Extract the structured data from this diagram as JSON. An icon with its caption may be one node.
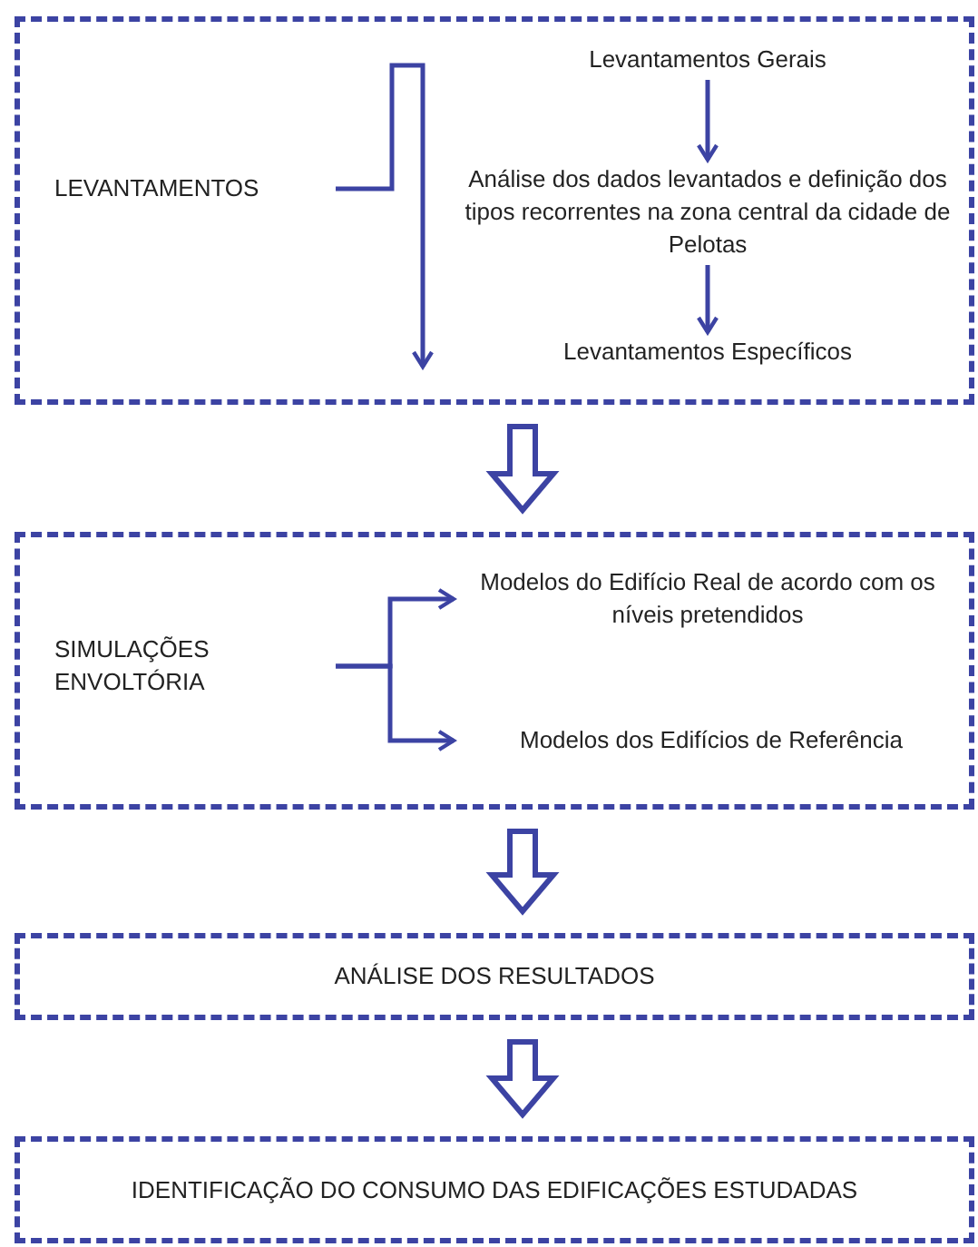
{
  "diagram": {
    "nodes": [
      {
        "text": [],
        "shape": "box"
      },
      {
        "text": [
          "LEVANTAMENTOS"
        ],
        "in": 0
      },
      {
        "text": [
          "Levantamentos Gerais"
        ],
        "in": 0
      },
      {
        "text": [
          "Análise dos dados levantados e definição dos tipos recorrentes na zona central da cidade de Pelotas"
        ],
        "in": 0
      },
      {
        "text": [
          "Levantamentos Específicos"
        ],
        "in": 0
      },
      {
        "text": [],
        "shape": "box"
      },
      {
        "text": [
          "SIMULAÇÕES ENVOLTÓRIA"
        ],
        "in": 5
      },
      {
        "text": [
          "Modelos do Edifício Real de acordo com os níveis pretendidos"
        ],
        "in": 5
      },
      {
        "text": [
          "Modelos dos Edifícios de Referência"
        ],
        "in": 5
      },
      {
        "text": [
          "ANÁLISE DOS RESULTADOS"
        ]
      },
      {
        "text": [
          "IDENTIFICAÇÃO DO CONSUMO DAS EDIFICAÇÕES ESTUDADAS"
        ]
      }
    ],
    "edges": [
      {
        "from": 1,
        "to": null,
        "arrow": "to"
      },
      {
        "from": 2,
        "to": 3,
        "arrow": "to"
      },
      {
        "from": 3,
        "to": 4,
        "arrow": "to"
      },
      {
        "from": 0,
        "to": 5,
        "arrow": "to",
        "style": "thick"
      },
      {
        "from": 6,
        "to": 7,
        "arrow": "to"
      },
      {
        "from": 6,
        "to": 8,
        "arrow": "to"
      },
      {
        "from": 5,
        "to": 9,
        "arrow": "to",
        "style": "thick"
      },
      {
        "from": 9,
        "to": 10,
        "arrow": "to",
        "style": "thick"
      }
    ]
  }
}
